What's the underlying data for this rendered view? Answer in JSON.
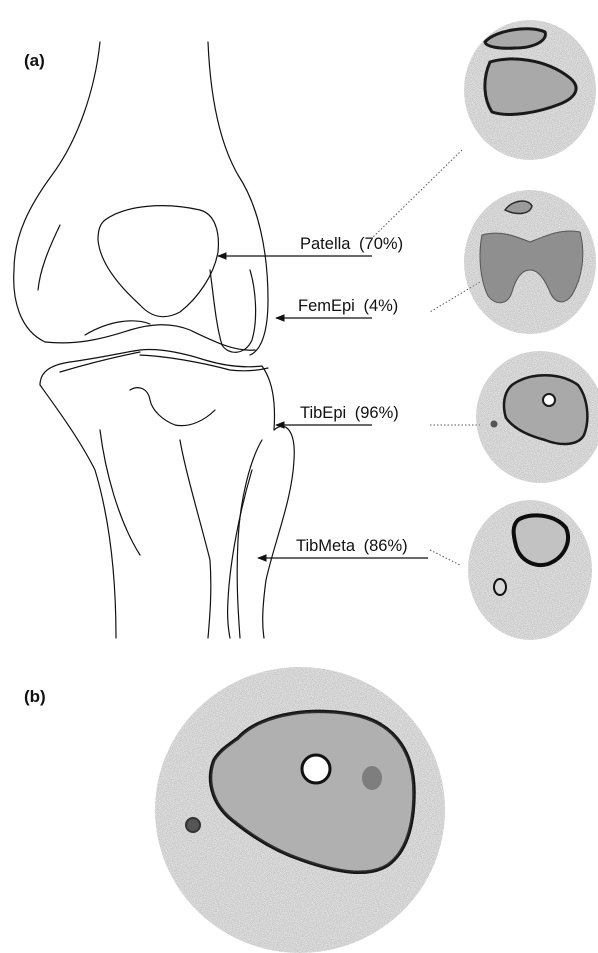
{
  "panel_a": {
    "label": "(a)",
    "callouts": [
      {
        "id": "patella",
        "name": "Patella",
        "pct": "(70%)"
      },
      {
        "id": "femepi",
        "name": "FemEpi",
        "pct": "(4%)"
      },
      {
        "id": "tibepi",
        "name": "TibEpi",
        "pct": "(96%)"
      },
      {
        "id": "tibmeta",
        "name": "TibMeta",
        "pct": "(86%)"
      }
    ]
  },
  "panel_b": {
    "label": "(b)"
  },
  "colors": {
    "line": "#111111",
    "scan_soft_tissue": "#f3f3f3",
    "scan_bone": "#a9a9a9",
    "scan_cortex": "#1a1a1a"
  }
}
